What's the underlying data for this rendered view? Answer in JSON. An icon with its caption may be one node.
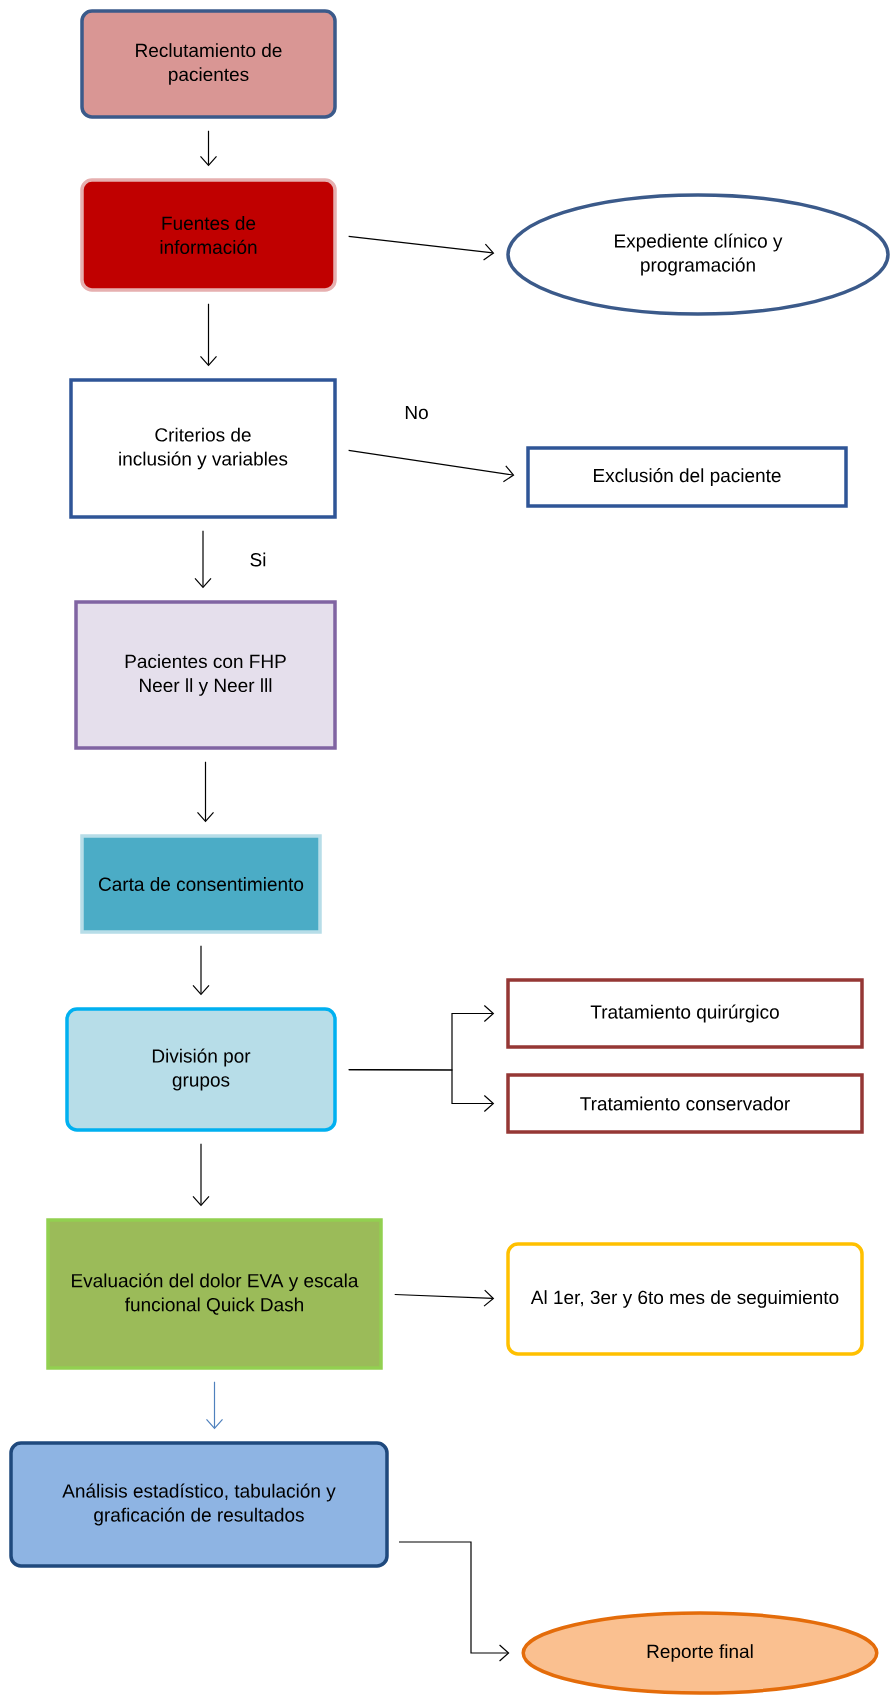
{
  "diagram": {
    "nodes": [
      {
        "text": [
          "Reclutamiento de pacientes"
        ]
      },
      {
        "text": [
          "Fuentes de información"
        ]
      },
      {
        "text": [
          "Expediente clínico y programación"
        ]
      },
      {
        "text": [
          "Criterios de inclusión y variables"
        ]
      },
      {
        "text": [
          "Exclusión del paciente"
        ]
      },
      {
        "text": [
          "Pacientes con FHP Neer ll y Neer lll"
        ]
      },
      {
        "text": [
          "Carta de consentimiento"
        ]
      },
      {
        "text": [
          "División por grupos"
        ]
      },
      {
        "text": [
          "Tratamiento quirúrgico"
        ]
      },
      {
        "text": [
          "Tratamiento conservador"
        ]
      },
      {
        "text": [
          "Evaluación del dolor EVA y escala funcional Quick Dash"
        ]
      },
      {
        "text": [
          "Al 1er, 3er y 6to mes de seguimiento"
        ]
      },
      {
        "text": [
          "Análisis estadístico, tabulación y graficación de resultados"
        ]
      },
      {
        "text": [
          "Reporte final"
        ]
      }
    ],
    "edges": [
      {
        "from": 0,
        "to": 1,
        "arrow": "to"
      },
      {
        "from": 1,
        "to": 2,
        "arrow": "to"
      },
      {
        "from": 1,
        "to": 3,
        "arrow": "to"
      },
      {
        "from": 3,
        "to": 4,
        "arrow": "to",
        "label": "No"
      },
      {
        "from": 3,
        "to": 5,
        "arrow": "to",
        "label": "Si"
      },
      {
        "from": 5,
        "to": 6,
        "arrow": "to"
      },
      {
        "from": 6,
        "to": 7,
        "arrow": "to"
      },
      {
        "from": 7,
        "to": 8,
        "arrow": "to"
      },
      {
        "from": 7,
        "to": 9,
        "arrow": "to"
      },
      {
        "from": 7,
        "to": 10,
        "arrow": "to"
      },
      {
        "from": 10,
        "to": 11,
        "arrow": "to"
      },
      {
        "from": 10,
        "to": 12,
        "arrow": "to",
        "color": "#4f81bd"
      },
      {
        "from": 12,
        "to": 13,
        "arrow": "to"
      }
    ]
  }
}
